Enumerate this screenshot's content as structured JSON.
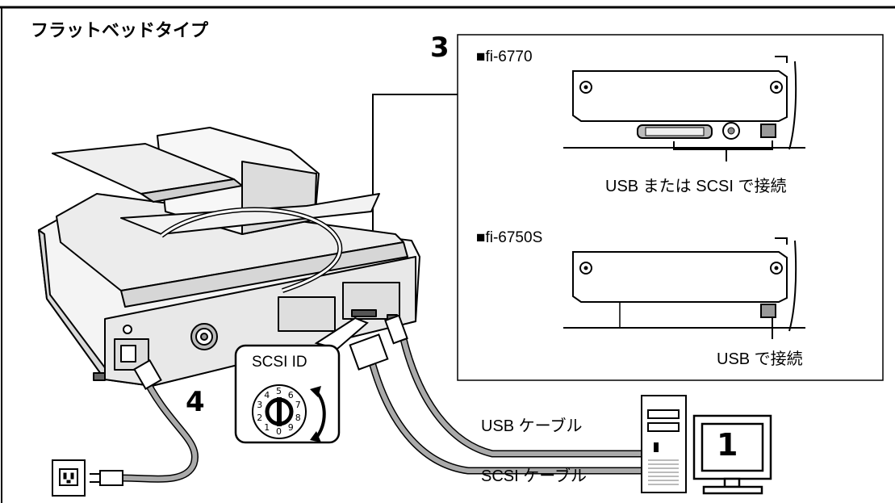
{
  "heading": "フラットベッドタイプ",
  "steps": {
    "computer": "1",
    "connect": "3",
    "power": "4"
  },
  "models": [
    {
      "name": "■fi-6770",
      "caption": "USB または SCSI で接続"
    },
    {
      "name": "■fi-6750S",
      "caption": "USB で接続"
    }
  ],
  "scsi_id": {
    "title": "SCSI ID",
    "digits": [
      "0",
      "1",
      "2",
      "3",
      "4",
      "5",
      "6",
      "7",
      "8",
      "9"
    ]
  },
  "cables": {
    "usb": "USB ケーブル",
    "scsi": "SCSI ケーブル"
  }
}
